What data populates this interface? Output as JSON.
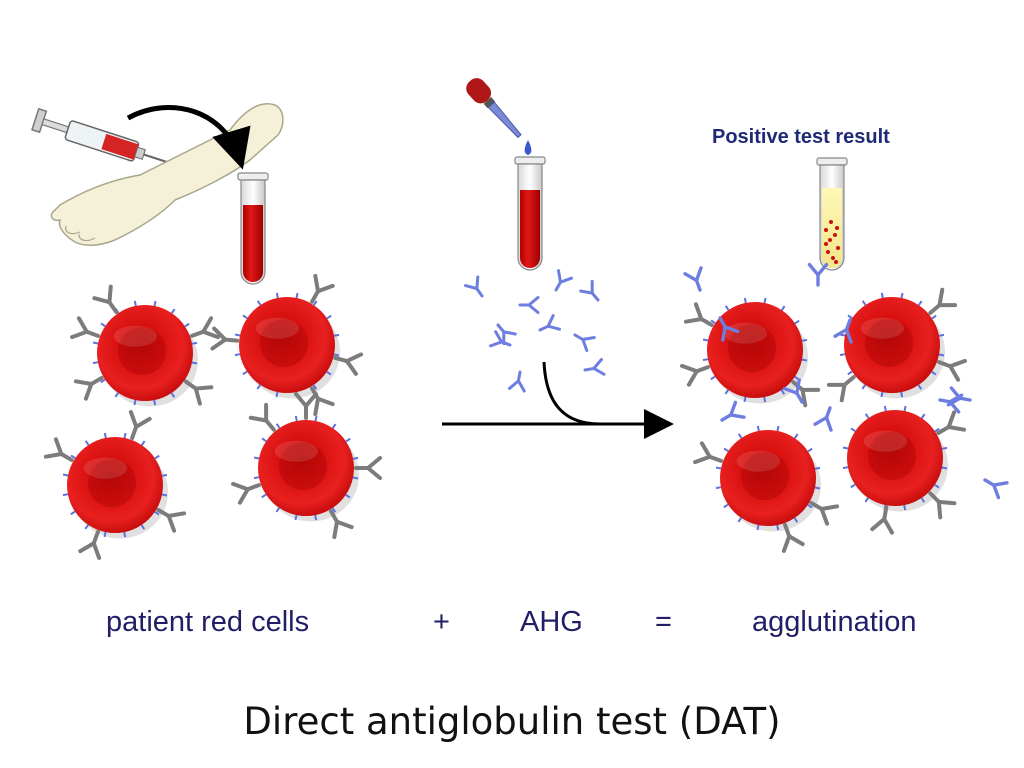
{
  "title": "Direct antiglobulin test (DAT)",
  "result_label": "Positive test result",
  "equation": {
    "left": "patient red cells",
    "plus": "+",
    "middle": "AHG",
    "equals": "=",
    "right": "agglutination"
  },
  "colors": {
    "caption": "#221e66",
    "result_label": "#1e2a78",
    "red_cell": "#e31414",
    "igg_antibody": "#7c7c7c",
    "ahg_antibody": "#6e7ee0"
  }
}
